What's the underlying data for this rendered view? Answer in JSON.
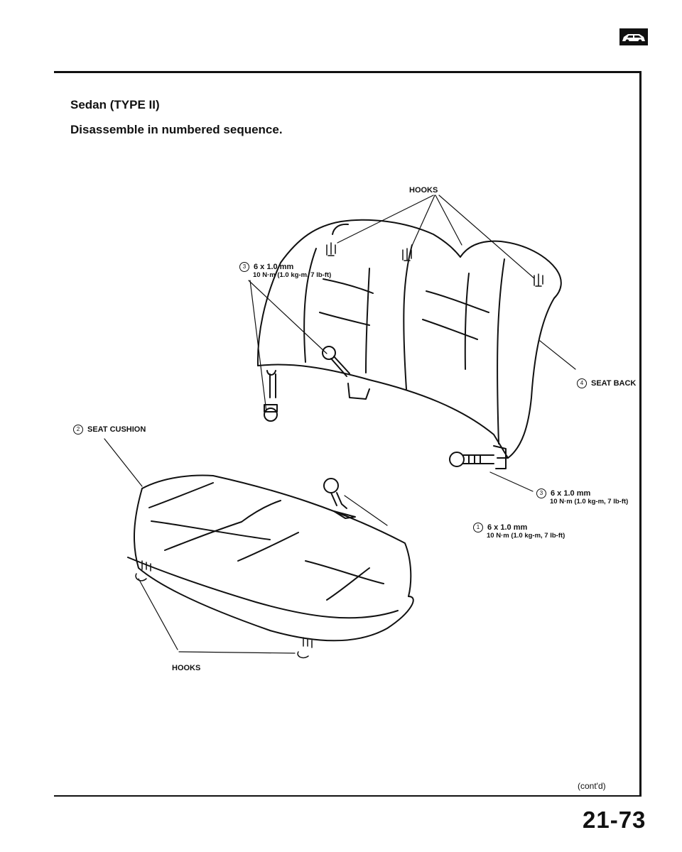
{
  "header": {
    "title": "Sedan (TYPE II)",
    "instruction": "Disassemble in numbered sequence."
  },
  "callouts": {
    "hooks_top": "HOOKS",
    "bolt_3a": {
      "num": "3",
      "size": "6 x 1.0 mm",
      "torque": "10 N·m (1.0 kg-m, 7 lb-ft)"
    },
    "seat_back": {
      "num": "4",
      "label": "SEAT BACK"
    },
    "seat_cushion": {
      "num": "2",
      "label": "SEAT CUSHION"
    },
    "bolt_3b": {
      "num": "3",
      "size": "6 x 1.0 mm",
      "torque": "10 N·m (1.0 kg-m, 7 lb-ft)"
    },
    "bolt_1": {
      "num": "1",
      "size": "6 x 1.0 mm",
      "torque": "10 N·m (1.0 kg-m, 7 lb-ft)"
    },
    "hooks_bottom": "HOOKS"
  },
  "footer": {
    "continued": "(cont'd)",
    "page_number": "21-73"
  },
  "icons": {
    "header_badge": "sedan-car-icon"
  }
}
